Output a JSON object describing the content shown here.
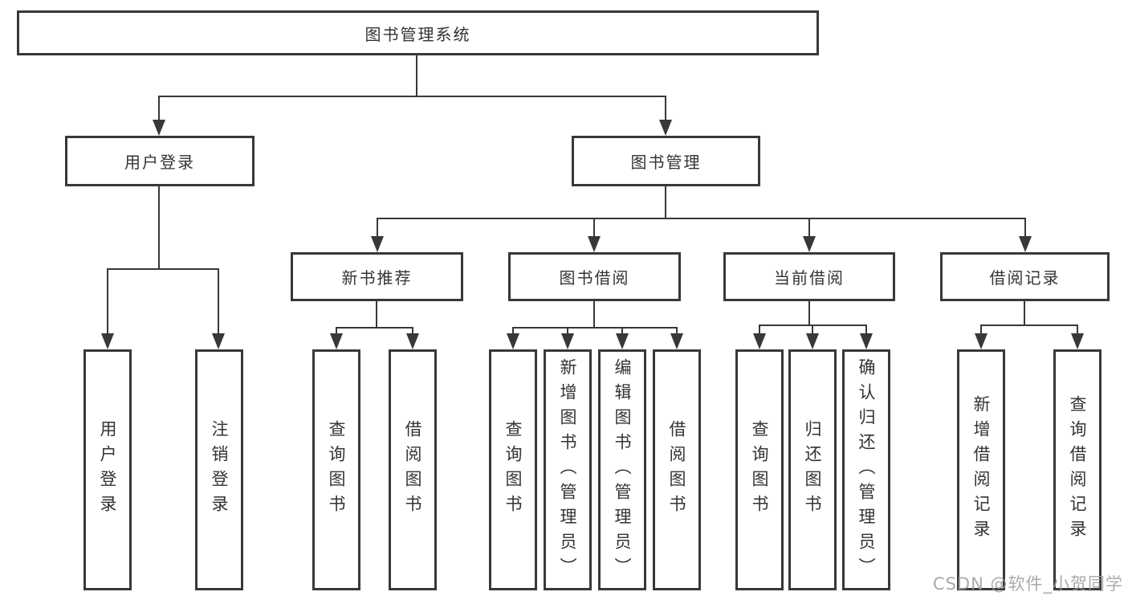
{
  "tree": {
    "root": "图书管理系统",
    "user_login_branch": {
      "label": "用户登录",
      "children": [
        "用户登录",
        "注销登录"
      ]
    },
    "book_management_branch": {
      "label": "图书管理",
      "groups": [
        {
          "label": "新书推荐",
          "children": [
            "查询图书",
            "借阅图书"
          ]
        },
        {
          "label": "图书借阅",
          "children": [
            "查询图书",
            "新增图书（管理员）",
            "编辑图书（管理员）",
            "借阅图书"
          ]
        },
        {
          "label": "当前借阅",
          "children": [
            "查询图书",
            "归还图书",
            "确认归还（管理员）"
          ]
        },
        {
          "label": "借阅记录",
          "children": [
            "新增借阅记录",
            "查询借阅记录"
          ]
        }
      ]
    }
  },
  "watermark": "CSDN @软件_小贺同学",
  "colors": {
    "line": "#383838",
    "box_border": "#383838",
    "box_background": "#ffffff",
    "text": "#333333",
    "watermark": "#9e9e9e"
  }
}
